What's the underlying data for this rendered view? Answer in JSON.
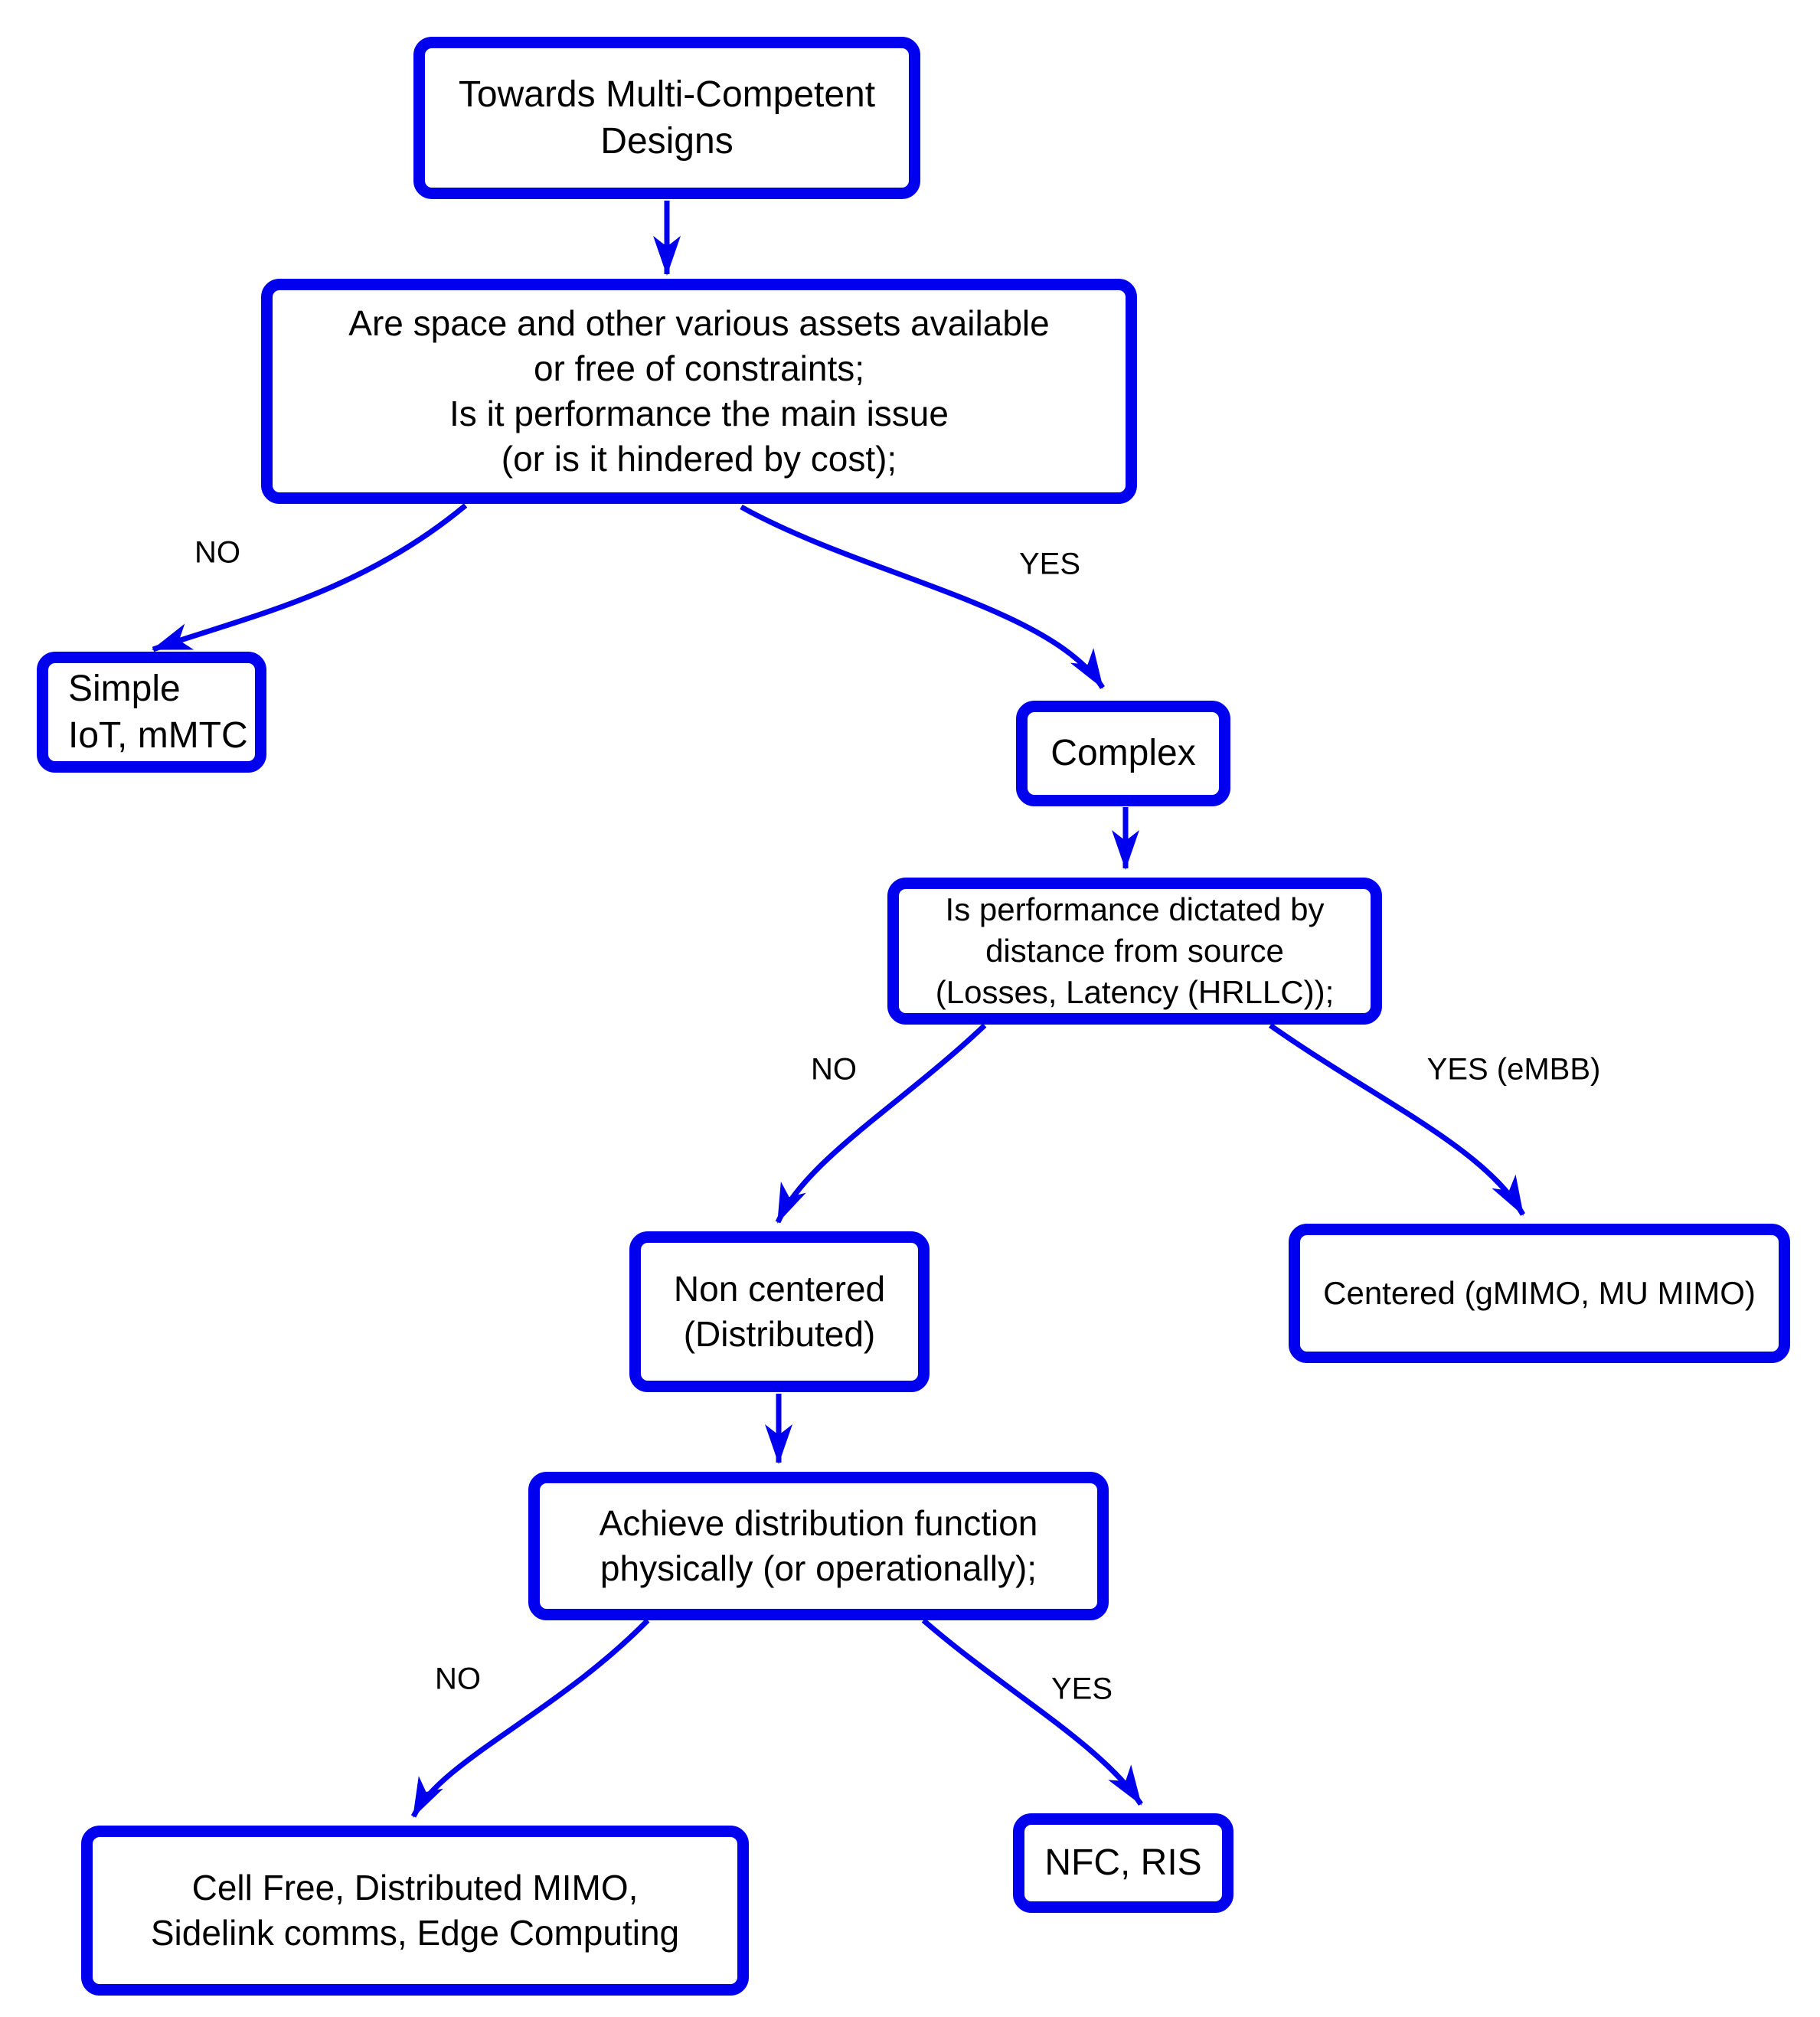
{
  "diagram": {
    "title_node": "Towards Multi-Competent Designs",
    "colors": {
      "node_border": "#0000ee",
      "edge": "#0000ee",
      "text": "#000000",
      "background": "#ffffff"
    },
    "nodes": {
      "start": {
        "lines": [
          "Towards Multi-Competent",
          "Designs"
        ]
      },
      "q_assets": {
        "lines": [
          "Are space and other various assets available",
          "or free of constraints;",
          "Is it performance the main issue",
          "(or is it hindered by cost);"
        ]
      },
      "simple": {
        "lines": [
          "Simple",
          "IoT, mMTC"
        ]
      },
      "complex": {
        "lines": [
          "Complex"
        ]
      },
      "q_distance": {
        "lines": [
          "Is performance dictated by",
          "distance from source",
          "(Losses, Latency (HRLLC));"
        ]
      },
      "non_centered": {
        "lines": [
          "Non centered",
          "(Distributed)"
        ]
      },
      "centered": {
        "lines": [
          "Centered (gMIMO, MU MIMO)"
        ]
      },
      "q_distribution": {
        "lines": [
          "Achieve distribution function",
          "physically (or operationally);"
        ]
      },
      "cell_free": {
        "lines": [
          "Cell Free, Distributed MIMO,",
          "Sidelink comms, Edge Computing"
        ]
      },
      "nfc_ris": {
        "lines": [
          "NFC, RIS"
        ]
      }
    },
    "edge_labels": {
      "no1": "NO",
      "yes1": "YES",
      "no2": "NO",
      "yes2": "YES (eMBB)",
      "no3": "NO",
      "yes3": "YES"
    },
    "edges": [
      {
        "from": "start",
        "to": "q_assets",
        "label": ""
      },
      {
        "from": "q_assets",
        "to": "simple",
        "label": "NO"
      },
      {
        "from": "q_assets",
        "to": "complex",
        "label": "YES"
      },
      {
        "from": "complex",
        "to": "q_distance",
        "label": ""
      },
      {
        "from": "q_distance",
        "to": "non_centered",
        "label": "NO"
      },
      {
        "from": "q_distance",
        "to": "centered",
        "label": "YES (eMBB)"
      },
      {
        "from": "non_centered",
        "to": "q_distribution",
        "label": ""
      },
      {
        "from": "q_distribution",
        "to": "cell_free",
        "label": "NO"
      },
      {
        "from": "q_distribution",
        "to": "nfc_ris",
        "label": "YES"
      }
    ]
  }
}
